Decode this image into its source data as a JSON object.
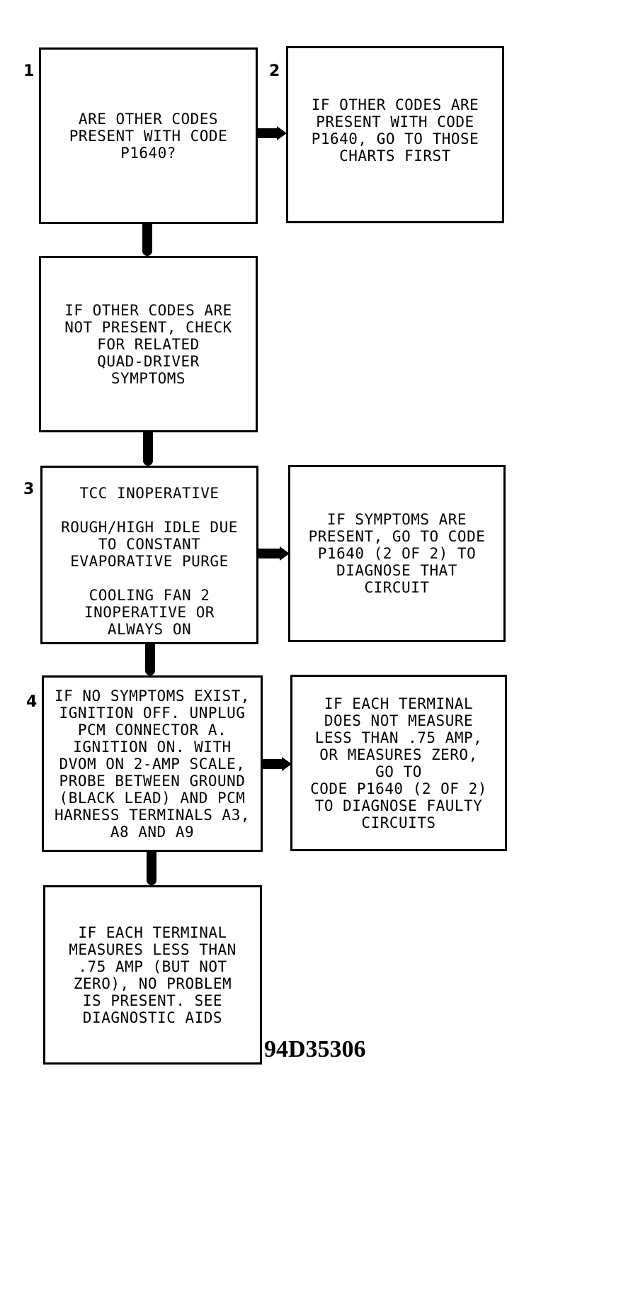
{
  "steps": [
    {
      "number": "1",
      "lines": [
        "ARE OTHER CODES",
        "PRESENT WITH CODE",
        "P1640?"
      ]
    },
    {
      "number": "2",
      "lines": [
        "IF OTHER CODES ARE",
        "PRESENT WITH CODE",
        "P1640, GO TO THOSE",
        "CHARTS FIRST"
      ]
    },
    {
      "number": "",
      "lines": [
        "IF OTHER CODES ARE",
        "NOT PRESENT, CHECK",
        "FOR RELATED",
        "QUAD-DRIVER",
        "SYMPTOMS"
      ]
    },
    {
      "number": "3",
      "lines": [
        "TCC INOPERATIVE",
        "",
        "ROUGH/HIGH IDLE DUE",
        "TO CONSTANT",
        "EVAPORATIVE PURGE",
        "",
        "COOLING FAN 2",
        "INOPERATIVE OR",
        "ALWAYS ON"
      ]
    },
    {
      "number": "",
      "lines": [
        "IF SYMPTOMS ARE",
        "PRESENT, GO TO CODE",
        "P1640 (2 OF 2) TO",
        "DIAGNOSE THAT",
        "CIRCUIT"
      ]
    },
    {
      "number": "4",
      "lines": [
        "IF NO SYMPTOMS EXIST,",
        "IGNITION OFF. UNPLUG",
        "PCM CONNECTOR A.",
        "IGNITION ON. WITH",
        "DVOM ON 2-AMP SCALE,",
        "PROBE BETWEEN GROUND",
        "(BLACK LEAD) AND PCM",
        "HARNESS TERMINALS A3,",
        "A8 AND A9"
      ]
    },
    {
      "number": "",
      "lines": [
        "IF EACH TERMINAL",
        "DOES NOT MEASURE",
        "LESS THAN .75 AMP,",
        "OR MEASURES ZERO,",
        "GO TO",
        "CODE P1640 (2 OF 2)",
        "TO DIAGNOSE FAULTY",
        "CIRCUITS"
      ]
    },
    {
      "number": "",
      "lines": [
        "IF EACH TERMINAL",
        "MEASURES LESS THAN",
        ".75 AMP (BUT NOT",
        "ZERO), NO PROBLEM",
        "IS PRESENT. SEE",
        "DIAGNOSTIC AIDS"
      ]
    }
  ],
  "figure_id": "94D35306"
}
